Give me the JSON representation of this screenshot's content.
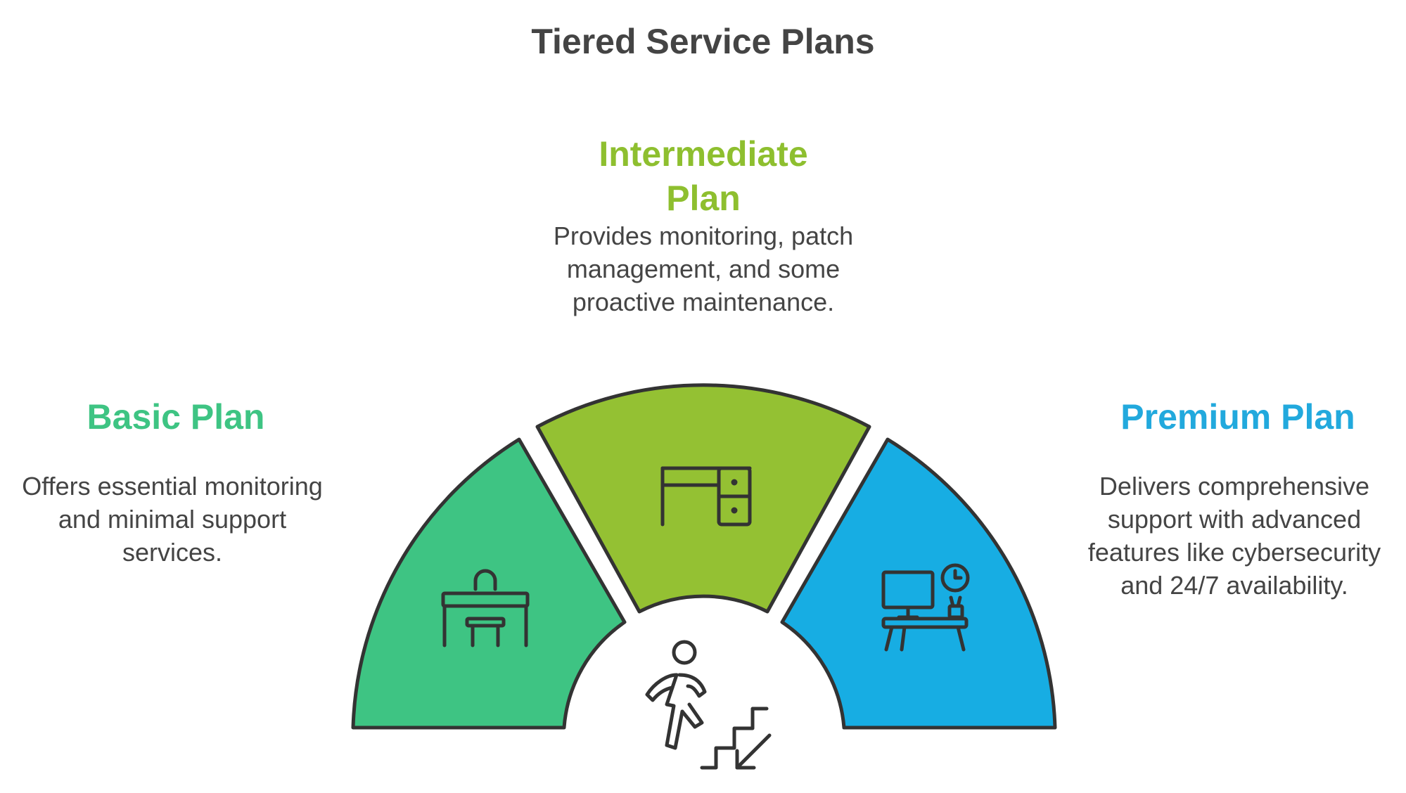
{
  "title": "Tiered Service Plans",
  "colors": {
    "basic": "#3ec483",
    "intermediate": "#8ebf2f",
    "premium": "#17ade3",
    "outline": "#333333",
    "text": "#444444"
  },
  "plans": {
    "basic": {
      "title": "Basic Plan",
      "description": "Offers essential monitoring and minimal support services.",
      "icon": "desk-chair-icon"
    },
    "intermediate": {
      "title": "Intermediate Plan",
      "description": "Provides monitoring, patch management, and some proactive maintenance.",
      "icon": "desk-drawers-icon"
    },
    "premium": {
      "title": "Premium Plan",
      "description": "Delivers comprehensive support with advanced features like cybersecurity and 24/7 availability.",
      "icon": "computer-desk-clock-icon"
    },
    "center": {
      "icon": "person-climbing-stairs-icon"
    }
  }
}
